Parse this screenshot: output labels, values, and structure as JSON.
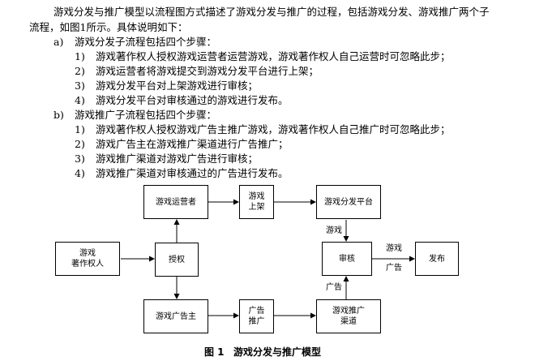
{
  "intro": {
    "line1": "游戏分发与推广模型以流程图方式描述了游戏分发与推广的过程，包括游戏分发、游戏推广两个子",
    "line2": "流程，如图1所示。具体说明如下："
  },
  "section_a": {
    "marker": "a)",
    "title": "游戏分发子流程包括四个步骤：",
    "steps": [
      {
        "num": "1)",
        "text": "游戏著作权人授权游戏运营者运营游戏，游戏著作权人自己运营时可忽略此步；"
      },
      {
        "num": "2)",
        "text": "游戏运营者将游戏提交到游戏分发平台进行上架；"
      },
      {
        "num": "3)",
        "text": "游戏分发平台对上架游戏进行审核；"
      },
      {
        "num": "4)",
        "text": "游戏分发平台对审核通过的游戏进行发布。"
      }
    ]
  },
  "section_b": {
    "marker": "b)",
    "title": "游戏推广子流程包括四个步骤：",
    "steps": [
      {
        "num": "1)",
        "text": "游戏著作权人授权游戏广告主推广游戏，游戏著作权人自己推广时可忽略此步；"
      },
      {
        "num": "2)",
        "text": "游戏广告主在游戏推广渠道进行广告推广；"
      },
      {
        "num": "3)",
        "text": "游戏推广渠道对游戏广告进行审核；"
      },
      {
        "num": "4)",
        "text": "游戏推广渠道对审核通过的广告进行发布。"
      }
    ]
  },
  "diagram": {
    "boxes": {
      "operator": "游戏运营者",
      "listing": "游戏\n上架",
      "platform": "游戏分发平台",
      "copyright": "游戏\n著作权人",
      "authorize": "授权",
      "review": "审核",
      "publish": "发布",
      "advertiser": "游戏广告主",
      "ad_promo": "广告\n推广",
      "channel": "游戏推广\n渠道"
    },
    "labels": {
      "game_top": "游戏",
      "ad_bottom": "广告",
      "game_right": "游戏",
      "ad_right": "广告"
    }
  },
  "caption": {
    "number": "图 1",
    "title": "游戏分发与推广模型"
  }
}
